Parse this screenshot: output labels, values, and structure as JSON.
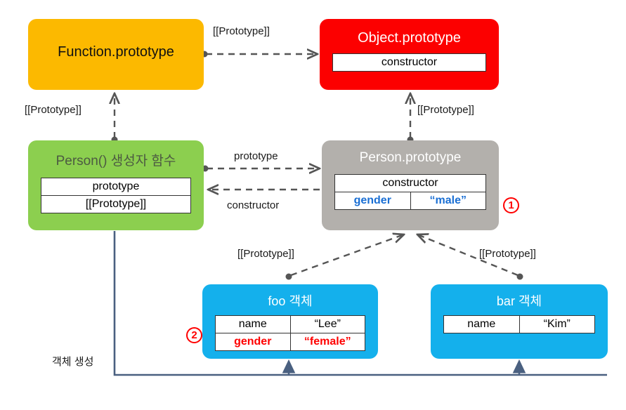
{
  "diagram": {
    "title_text": "JavaScript prototype chain diagram",
    "colors": {
      "function_prototype": "#fcb900",
      "object_prototype": "#fc0000",
      "person_function": "#8ccf4f",
      "person_prototype": "#b3b0ac",
      "instance_object": "#14b0ec",
      "badge": "#ff0000",
      "highlight_blue": "#1a6fd4",
      "highlight_red": "#ff0000",
      "solid_edge": "#4a6080",
      "dashed_edge": "#555555"
    }
  },
  "nodes": {
    "function_prototype": {
      "title": "Function.prototype",
      "rows": []
    },
    "object_prototype": {
      "title": "Object.prototype",
      "rows": [
        {
          "cells": [
            {
              "text": "constructor",
              "colspan": 2,
              "style": "plain"
            }
          ]
        }
      ]
    },
    "person_function": {
      "title": "Person() 생성자 함수",
      "rows": [
        {
          "cells": [
            {
              "text": "prototype",
              "colspan": 2,
              "style": "plain"
            }
          ]
        },
        {
          "cells": [
            {
              "text": "[[Prototype]]",
              "colspan": 2,
              "style": "plain"
            }
          ]
        }
      ]
    },
    "person_prototype": {
      "title": "Person.prototype",
      "rows": [
        {
          "cells": [
            {
              "text": "constructor",
              "colspan": 2,
              "style": "plain"
            }
          ]
        },
        {
          "cells": [
            {
              "text": "gender",
              "colspan": 1,
              "style": "blue"
            },
            {
              "text": "“male”",
              "colspan": 1,
              "style": "blue"
            }
          ]
        }
      ]
    },
    "foo_object": {
      "title": "foo 객체",
      "rows": [
        {
          "cells": [
            {
              "text": "name",
              "colspan": 1,
              "style": "plain"
            },
            {
              "text": "“Lee”",
              "colspan": 1,
              "style": "plain"
            }
          ]
        },
        {
          "cells": [
            {
              "text": "gender",
              "colspan": 1,
              "style": "red"
            },
            {
              "text": "“female”",
              "colspan": 1,
              "style": "red"
            }
          ]
        }
      ]
    },
    "bar_object": {
      "title": "bar 객체",
      "rows": [
        {
          "cells": [
            {
              "text": "name",
              "colspan": 1,
              "style": "plain"
            },
            {
              "text": "“Kim”",
              "colspan": 1,
              "style": "plain"
            }
          ]
        }
      ]
    }
  },
  "edge_labels": {
    "function_to_object": "[[Prototype]]",
    "personfn_to_functionproto": "[[Prototype]]",
    "personproto_to_objectproto": "[[Prototype]]",
    "prototype": "prototype",
    "constructor": "constructor",
    "foo_to_personproto": "[[Prototype]]",
    "bar_to_personproto": "[[Prototype]]",
    "object_creation": "객체 생성"
  },
  "badges": {
    "one": "1",
    "two": "2"
  }
}
